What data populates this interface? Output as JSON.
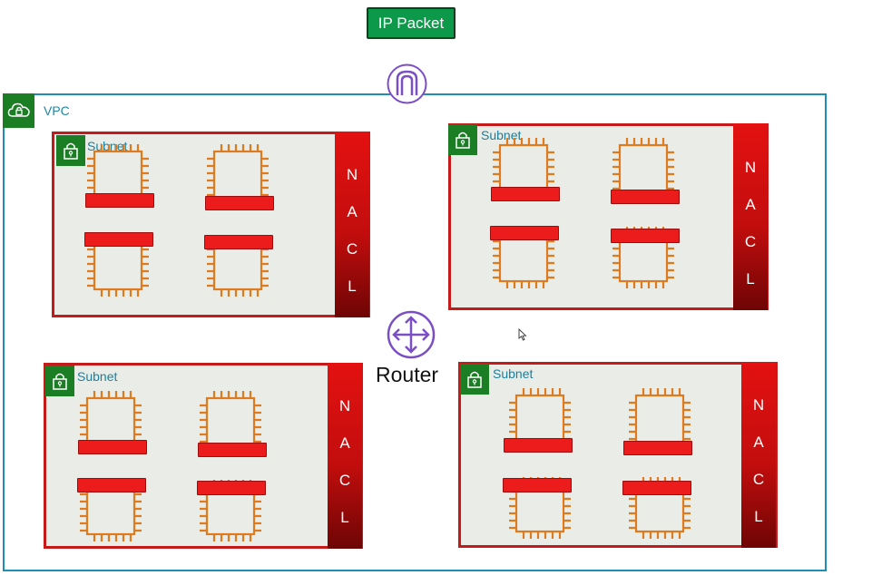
{
  "ip_packet": {
    "label": "IP Packet"
  },
  "vpc": {
    "label": "VPC"
  },
  "router": {
    "label": "Router"
  },
  "subnets": [
    {
      "label": "Subnet",
      "nacl": [
        "N",
        "A",
        "C",
        "L"
      ]
    },
    {
      "label": "Subnet",
      "nacl": [
        "N",
        "A",
        "C",
        "L"
      ]
    },
    {
      "label": "Subnet",
      "nacl": [
        "N",
        "A",
        "C",
        "L"
      ]
    },
    {
      "label": "Subnet",
      "nacl": [
        "N",
        "A",
        "C",
        "L"
      ]
    }
  ],
  "colors": {
    "vpc_border": "#1f8eb3",
    "badge_green": "#1b7d24",
    "subnet_border": "#c41a1a",
    "nacl_red": "#e41111",
    "instance_orange": "#e07a1f",
    "router_purple": "#7b4fc4",
    "packet_green": "#0c9a4a"
  },
  "icons": {
    "vpc": "cloud-lock-icon",
    "subnet": "lock-icon",
    "gateway": "internet-gateway-icon",
    "router": "router-icon",
    "instance": "ec2-instance-icon"
  }
}
